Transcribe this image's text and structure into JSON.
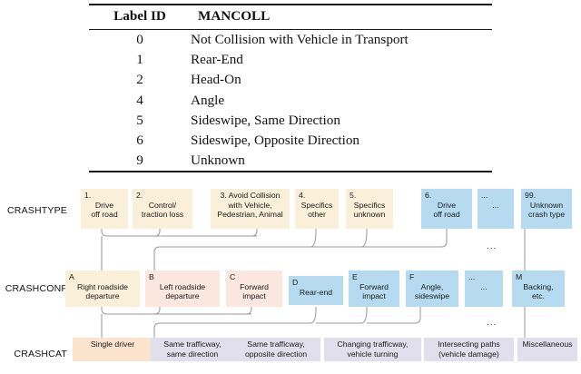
{
  "table": {
    "headers": [
      "Label ID",
      "MANCOLL"
    ],
    "rows": [
      {
        "id": "0",
        "name": "Not Collision with Vehicle in Transport"
      },
      {
        "id": "1",
        "name": "Rear-End"
      },
      {
        "id": "2",
        "name": "Head-On"
      },
      {
        "id": "4",
        "name": "Angle"
      },
      {
        "id": "5",
        "name": "Sideswipe, Same Direction"
      },
      {
        "id": "6",
        "name": "Sideswipe, Opposite Direction"
      },
      {
        "id": "9",
        "name": "Unknown"
      }
    ]
  },
  "diagram": {
    "row_labels": {
      "crashtype": "CRASHTYPE",
      "crashconf": "CRASHCONF",
      "crashcat": "CRASHCAT"
    },
    "crashtype_nodes": [
      {
        "key": "1.",
        "body": "Drive\noff  road"
      },
      {
        "key": "2.",
        "body": "Control/\ntraction loss"
      },
      {
        "key": "",
        "body": "3. Avoid Collision\nwith Vehicle,\nPedestrian, Animal"
      },
      {
        "key": "4.",
        "body": "Specifics\nother"
      },
      {
        "key": "5.",
        "body": "Specifics\nunknown"
      },
      {
        "key": "6.",
        "body": "Drive\noff  road"
      },
      {
        "key": "...",
        "body": "..."
      },
      {
        "key": "99.",
        "body": "Unknown\ncrash type"
      }
    ],
    "crashconf_nodes": [
      {
        "key": "A",
        "body": "Right roadside\ndeparture"
      },
      {
        "key": "B",
        "body": "Left roadside\ndeparture"
      },
      {
        "key": "C",
        "body": "Forward\nimpact"
      },
      {
        "key": "D",
        "body": "Rear-end"
      },
      {
        "key": "E",
        "body": "Forward\nimpact"
      },
      {
        "key": "F",
        "body": "Angle,\nsideswipe"
      },
      {
        "key": "...",
        "body": "..."
      },
      {
        "key": "M",
        "body": "Backing,\netc."
      }
    ],
    "crashcat_nodes": [
      {
        "body": "Single driver"
      },
      {
        "body": "Same trafficway,\nsame direction"
      },
      {
        "body": "Same trafficway,\nopposite direction"
      },
      {
        "body": "Changing trafficway,\nvehicle turning"
      },
      {
        "body": "Intersecting paths\n(vehicle damage)"
      },
      {
        "body": "Miscellaneous"
      }
    ],
    "ellipsis_marks": [
      "...",
      "..."
    ],
    "colors": {
      "cream": "#faf0da",
      "pink": "#fbe7dd",
      "blue": "#b6dbf0",
      "lavender": "#e1dfec",
      "peach": "#fbe3cd",
      "wire": "#9a9a9a"
    }
  }
}
